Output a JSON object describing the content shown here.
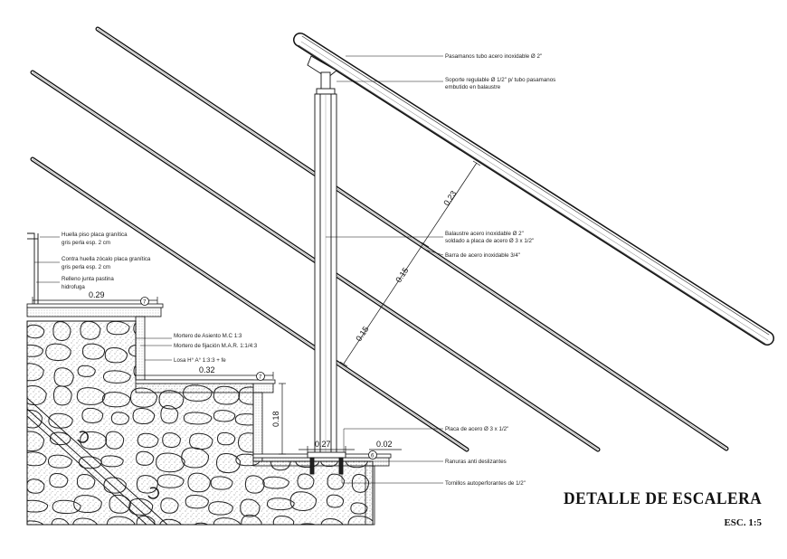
{
  "title": "DETALLE DE ESCALERA",
  "scale": "ESC. 1:5",
  "labels": {
    "handrail": "Pasamanos tubo acero inoxidable Ø 2\"",
    "support_1": "Soporte regulable Ø 1/2\" p/ tubo pasamanos",
    "support_2": "embutido en balaustre",
    "baluster_1": "Balaustre acero inoxidable Ø 2\"",
    "baluster_2": "soldado a placa de acero Ø 3 x 1/2\"",
    "bar": "Barra de acero inoxidable 3/4\"",
    "plate": "Placa de acero Ø 3 x 1/2\"",
    "grooves": "Ranuras anti deslizantes",
    "screws": "Tornillos autoperforantes de 1/2\"",
    "tile_1": "Huella piso placa granítica",
    "tile_2": "gris perla esp. 2 cm",
    "riser_1": "Contra huella zócalo placa granítica",
    "riser_2": "gris perla esp. 2 cm",
    "joint_1": "Relleno junta pastina",
    "joint_2": "hidrofuga",
    "mortar_1": "Mortero de Asiento M.C 1:3",
    "mortar_2": "Mortero de fijación M.A.R. 1:1/4:3",
    "slab": "Losa H° A° 1:3:3 + fe"
  },
  "dims": {
    "d1": "0.23",
    "d2": "0.15",
    "d3": "0.15",
    "tread_upper": "0.29",
    "tread_lower": "0.32",
    "riser": "0.18",
    "plate_w": "0.27",
    "plate_t": "0.02"
  },
  "markers": {
    "m7a": "7",
    "m7b": "7",
    "m6": "6"
  }
}
